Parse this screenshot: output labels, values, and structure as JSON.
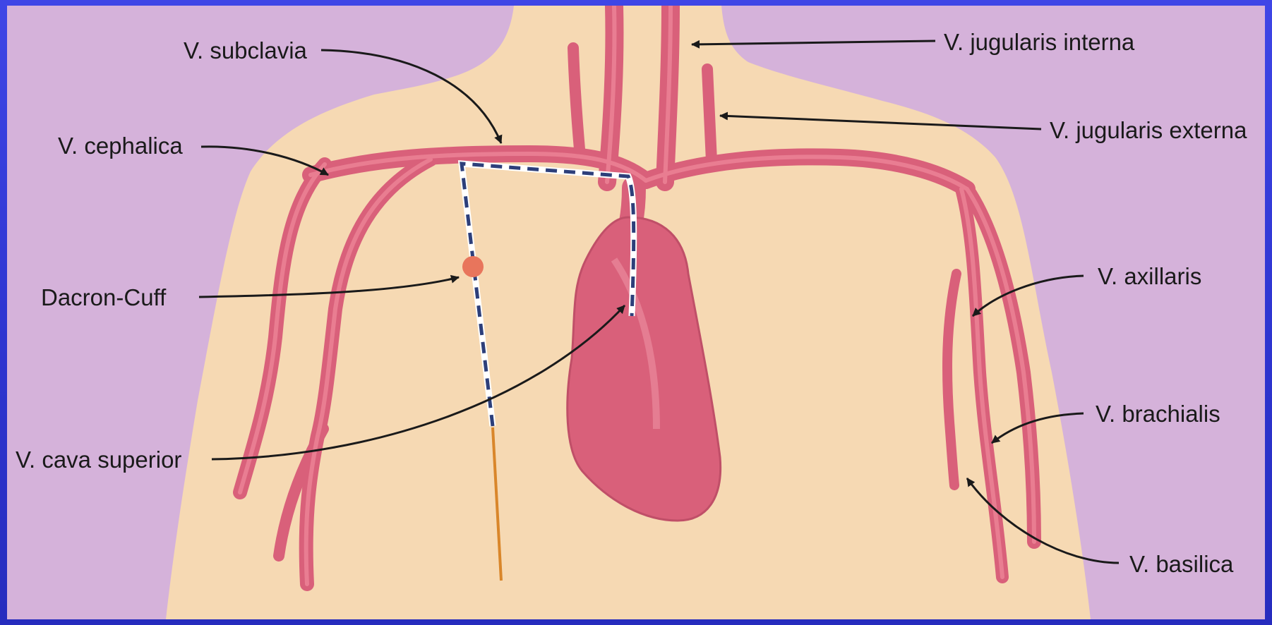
{
  "labels": {
    "subclavia": "V. subclavia",
    "jugularis_interna": "V. jugularis interna",
    "jugularis_externa": "V. jugularis externa",
    "cephalica": "V. cephalica",
    "dacron_cuff": "Dacron-Cuff",
    "axillaris": "V. axillaris",
    "brachialis": "V. brachialis",
    "cava_superior": "V. cava superior",
    "basilica": "V. basilica"
  },
  "colors": {
    "background": "#d5b2da",
    "frame": "#2f36d2",
    "skin": "#f6d9b3",
    "vein": "#d9607a",
    "vein_inner": "#f08a9c",
    "catheter_blue": "#2d3f7a",
    "catheter_white": "#ffffff",
    "cuff": "#e8755c",
    "tube": "#d9862a"
  }
}
